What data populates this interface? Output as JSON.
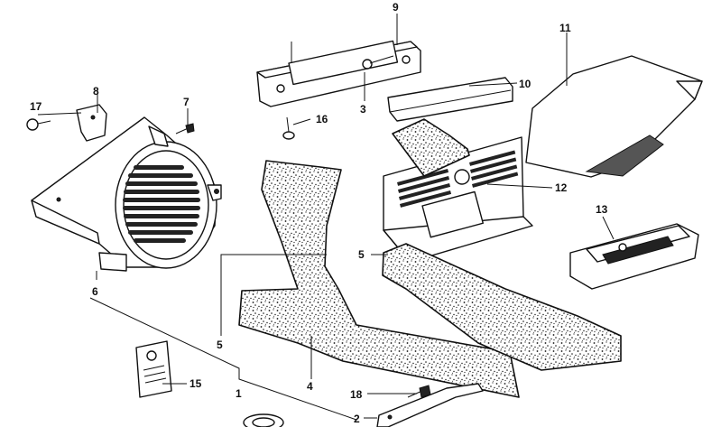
{
  "callouts": {
    "c1": "1",
    "c2": "2",
    "c3": "3",
    "c4": "4",
    "c5a": "5",
    "c5b": "5",
    "c6": "6",
    "c7": "7",
    "c8": "8",
    "c9": "9",
    "c10": "10",
    "c11": "11",
    "c12": "12",
    "c13": "13",
    "c15": "15",
    "c16": "16",
    "c17": "17",
    "c18": "18"
  }
}
